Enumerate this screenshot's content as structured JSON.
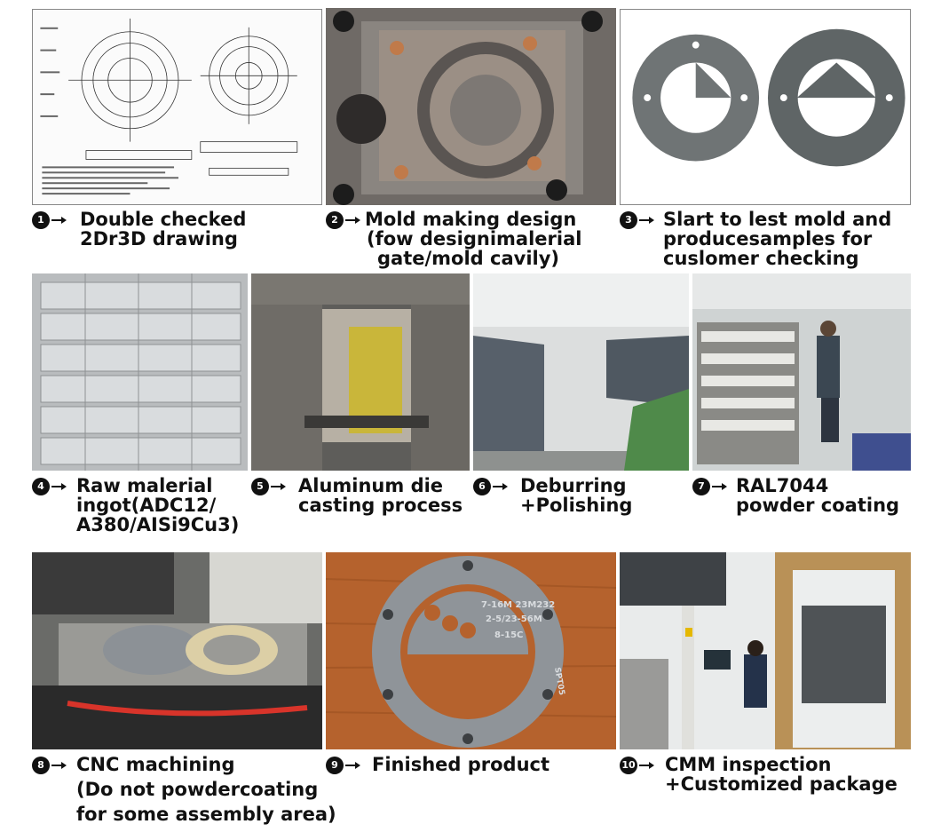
{
  "steps": [
    {
      "num": "1",
      "lines": [
        "Double checked",
        "2Dr3D drawing"
      ]
    },
    {
      "num": "2",
      "lines": [
        "Mold making design",
        "(fow designimalerial",
        "gate/mold cavily)"
      ]
    },
    {
      "num": "3",
      "lines": [
        "Slart to lest mold and",
        "producesamples for",
        "cuslomer checking"
      ]
    },
    {
      "num": "4",
      "lines": [
        "Raw malerial",
        "ingot(ADC12/",
        "A380/AISi9Cu3)"
      ]
    },
    {
      "num": "5",
      "lines": [
        "Aluminum die",
        "casting process"
      ]
    },
    {
      "num": "6",
      "lines": [
        "Deburring",
        "+Polishing"
      ]
    },
    {
      "num": "7",
      "lines": [
        "RAL7044",
        "powder coating"
      ]
    },
    {
      "num": "8",
      "lines": [
        "CNC machining",
        "(Do not powdercoating",
        "for some assembly area)"
      ]
    },
    {
      "num": "9",
      "lines": [
        "Finished product"
      ]
    },
    {
      "num": "10",
      "lines": [
        "CMM inspection",
        "+Customized package"
      ]
    }
  ],
  "photos": {
    "finished_product_markings": [
      "7-16M 23M232",
      "2-5/23-56M",
      "8-15C",
      "SPT05"
    ]
  }
}
